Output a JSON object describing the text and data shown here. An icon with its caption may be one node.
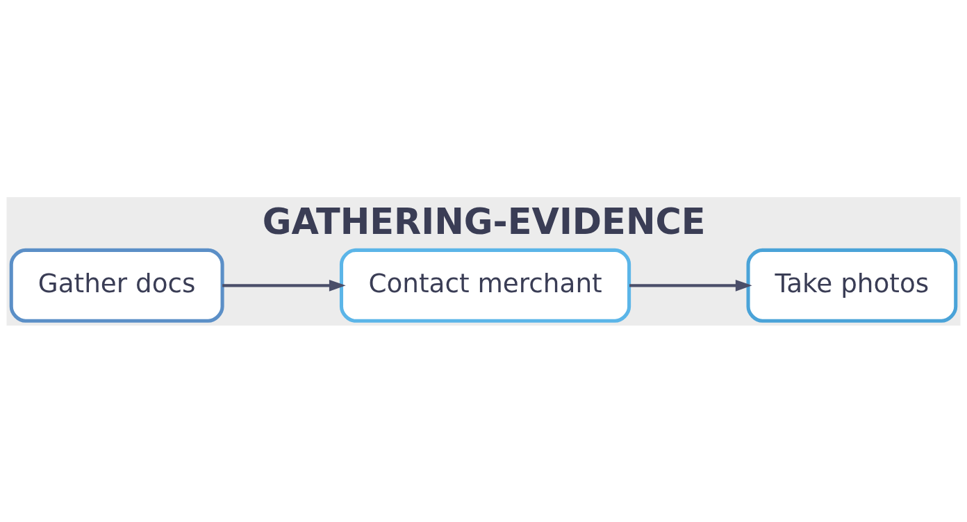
{
  "diagram": {
    "title": "GATHERING-EVIDENCE",
    "nodes": [
      {
        "text": [
          "Gather docs"
        ]
      },
      {
        "text": [
          "Contact merchant"
        ]
      },
      {
        "text": [
          "Take photos"
        ]
      }
    ],
    "edges": [
      {
        "from": 0,
        "to": 1,
        "arrow": "to"
      },
      {
        "from": 1,
        "to": 2,
        "arrow": "to"
      }
    ]
  }
}
